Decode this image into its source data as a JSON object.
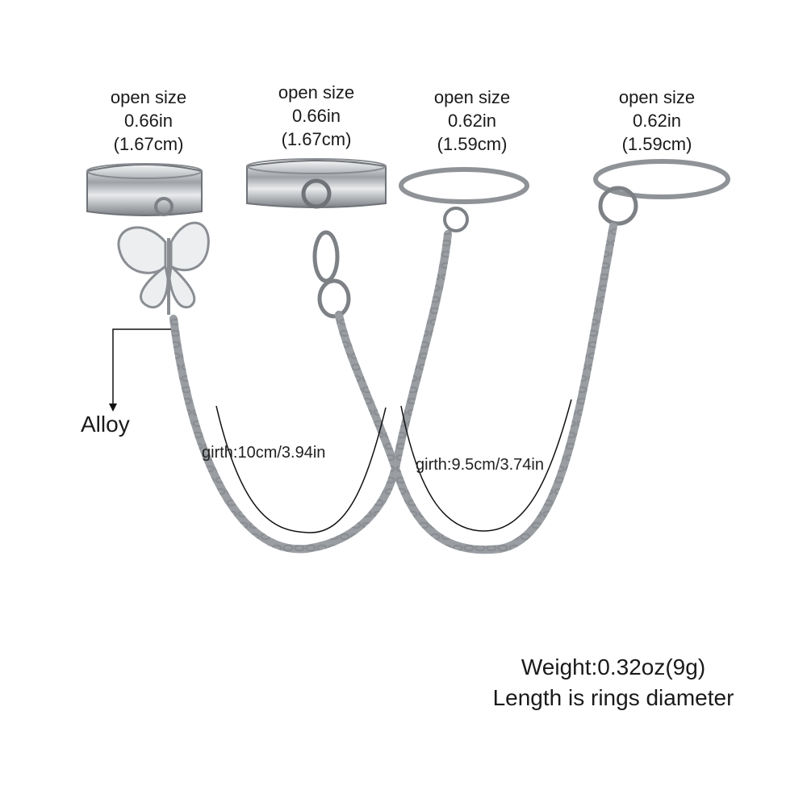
{
  "rings": [
    {
      "heading": "open size",
      "size_in": "0.66in",
      "size_cm": "(1.67cm)"
    },
    {
      "heading": "open size",
      "size_in": "0.66in",
      "size_cm": "(1.67cm)"
    },
    {
      "heading": "open size",
      "size_in": "0.62in",
      "size_cm": "(1.59cm)"
    },
    {
      "heading": "open size",
      "size_in": "0.62in",
      "size_cm": "(1.59cm)"
    }
  ],
  "girths": [
    {
      "label": "girth:10cm/3.94in"
    },
    {
      "label": "girth:9.5cm/3.74in"
    }
  ],
  "material": {
    "label": "Alloy"
  },
  "footer": {
    "weight": "Weight:0.32oz(9g)",
    "note": "Length is rings diameter"
  },
  "colors": {
    "text": "#1a1a1a",
    "metal": "#b9bcc0",
    "metal_dark": "#6f7378",
    "line": "#111111"
  }
}
